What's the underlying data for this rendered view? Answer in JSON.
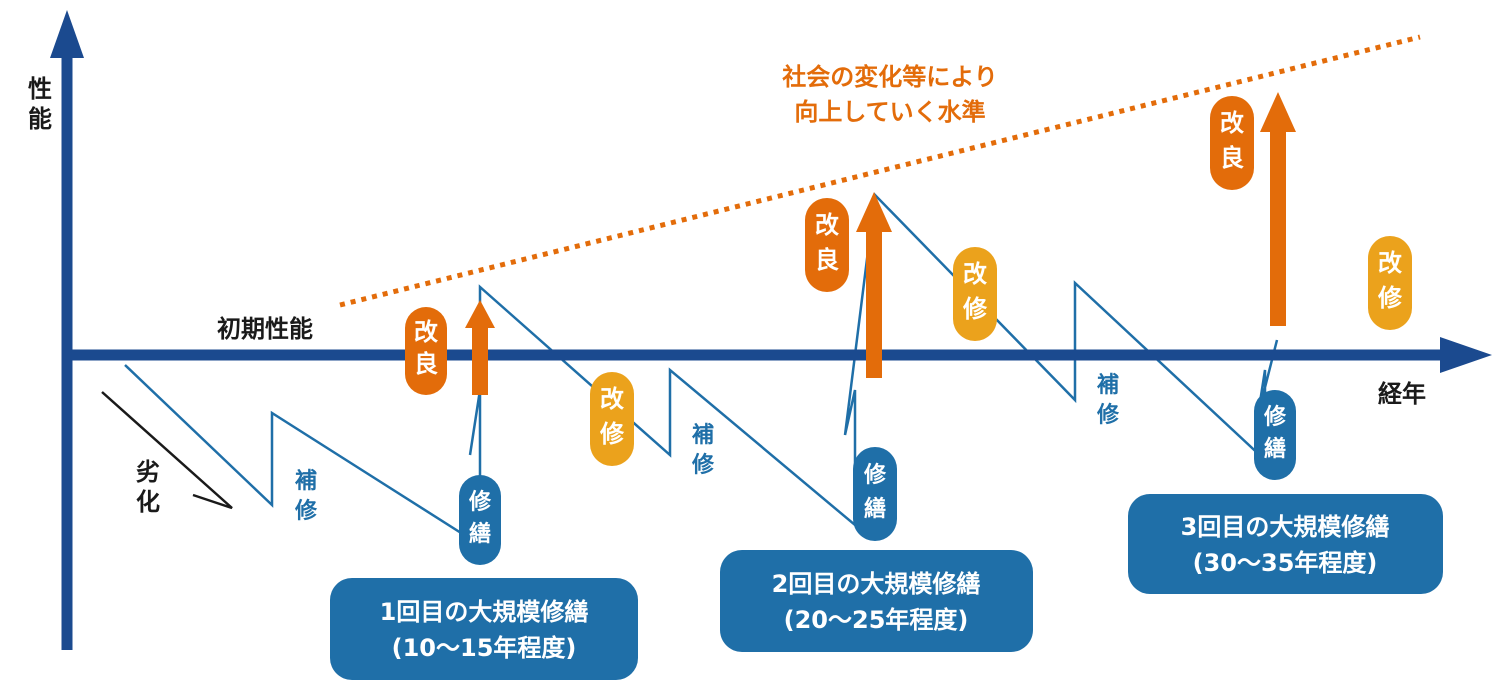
{
  "colors": {
    "axis": "#1b4a8f",
    "line": "#1f6fa8",
    "improvement": "#e36c0a",
    "renovation": "#eba21c",
    "repair_pill": "#1f6fa8",
    "box": "#1f6fa8"
  },
  "axes": {
    "y_label": [
      "性",
      "能"
    ],
    "x_label": "経年",
    "baseline_label": "初期性能"
  },
  "trend_label": {
    "line1": "社会の変化等により",
    "line2": "向上していく水準"
  },
  "deterioration_label": [
    "劣",
    "化"
  ],
  "minor_repair_label": [
    "補",
    "修"
  ],
  "improvement_pill": [
    "改",
    "良"
  ],
  "renovation_pill": [
    "改",
    "修"
  ],
  "repair_pill": [
    "修",
    "繕"
  ],
  "major_repairs": [
    {
      "title": "1回目の大規模修繕",
      "period": "(10～15年程度)"
    },
    {
      "title": "2回目の大規模修繕",
      "period": "(20～25年程度)"
    },
    {
      "title": "3回目の大規模修繕",
      "period": "(30～35年程度)"
    }
  ]
}
